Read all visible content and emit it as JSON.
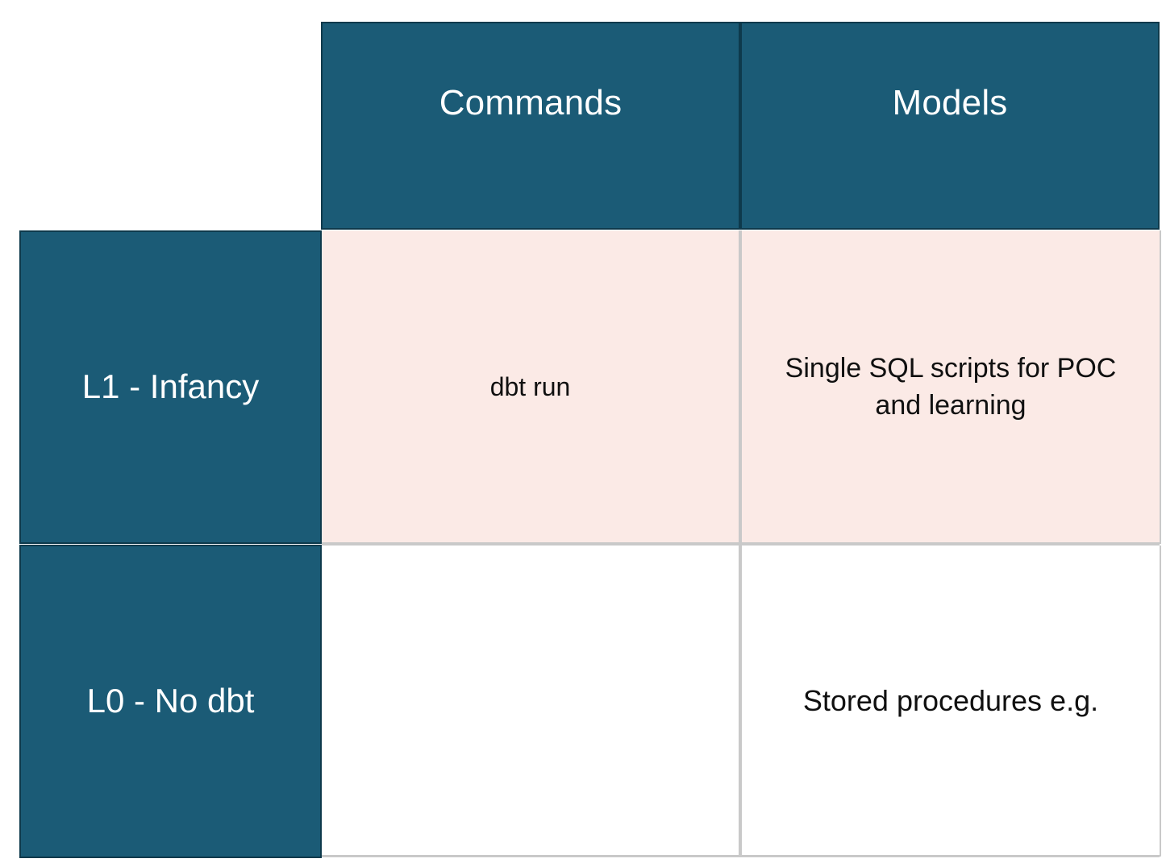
{
  "matrix": {
    "column_headers": [
      {
        "label": "Commands"
      },
      {
        "label": "Models"
      }
    ],
    "row_headers": [
      {
        "label": "L1 - Infancy"
      },
      {
        "label": "L0 - No dbt"
      }
    ],
    "rows": [
      {
        "row_label": "L1 - Infancy",
        "cells": [
          {
            "text": "dbt run"
          },
          {
            "text": "Single SQL scripts for POC and learning"
          }
        ]
      },
      {
        "row_label": "L0 - No dbt",
        "cells": [
          {
            "text": ""
          },
          {
            "text": "Stored procedures e.g."
          }
        ]
      }
    ],
    "colors": {
      "header_teal": "#1b5b76",
      "header_border": "#0e3a4c",
      "row_highlight_pink": "#fbeae6",
      "cell_white": "#ffffff",
      "grid_line": "#c9c9c9",
      "header_text": "#ffffff",
      "body_text": "#101010"
    }
  }
}
